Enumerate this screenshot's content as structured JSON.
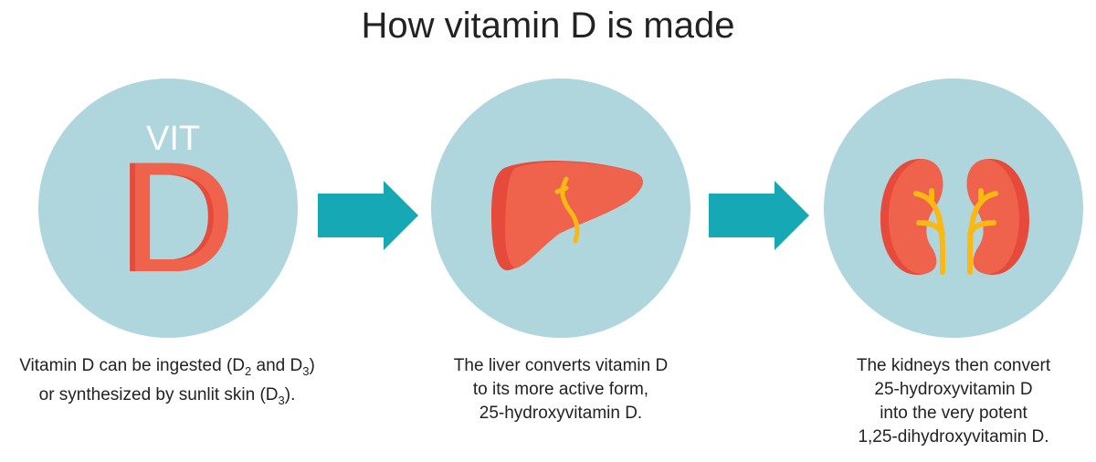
{
  "title": "How vitamin D is made",
  "steps": [
    {
      "icon": "vitamin-d",
      "badge_top": "VIT",
      "badge_letter": "D",
      "caption": {
        "l1a": "Vitamin D can be ingested (D",
        "l1b": "2",
        "l1c": " and D",
        "l1d": "3",
        "l1e": ")",
        "l2a": "or synthesized by sunlit skin (D",
        "l2b": "3",
        "l2c": ")."
      }
    },
    {
      "icon": "liver",
      "caption": {
        "l1": "The liver converts vitamin D",
        "l2": "to its more active form,",
        "l3": "25-hydroxyvitamin D."
      }
    },
    {
      "icon": "kidneys",
      "caption": {
        "l1": "The kidneys then convert",
        "l2": "25-hydroxyvitamin D",
        "l3": "into the very potent",
        "l4": "1,25-dihydroxyvitamin D."
      }
    }
  ],
  "colors": {
    "circle": "#afd5dd",
    "arrow": "#16a8b5",
    "organ": "#ef624c",
    "organ_dark": "#e54a3a",
    "vessel": "#fbb813"
  }
}
